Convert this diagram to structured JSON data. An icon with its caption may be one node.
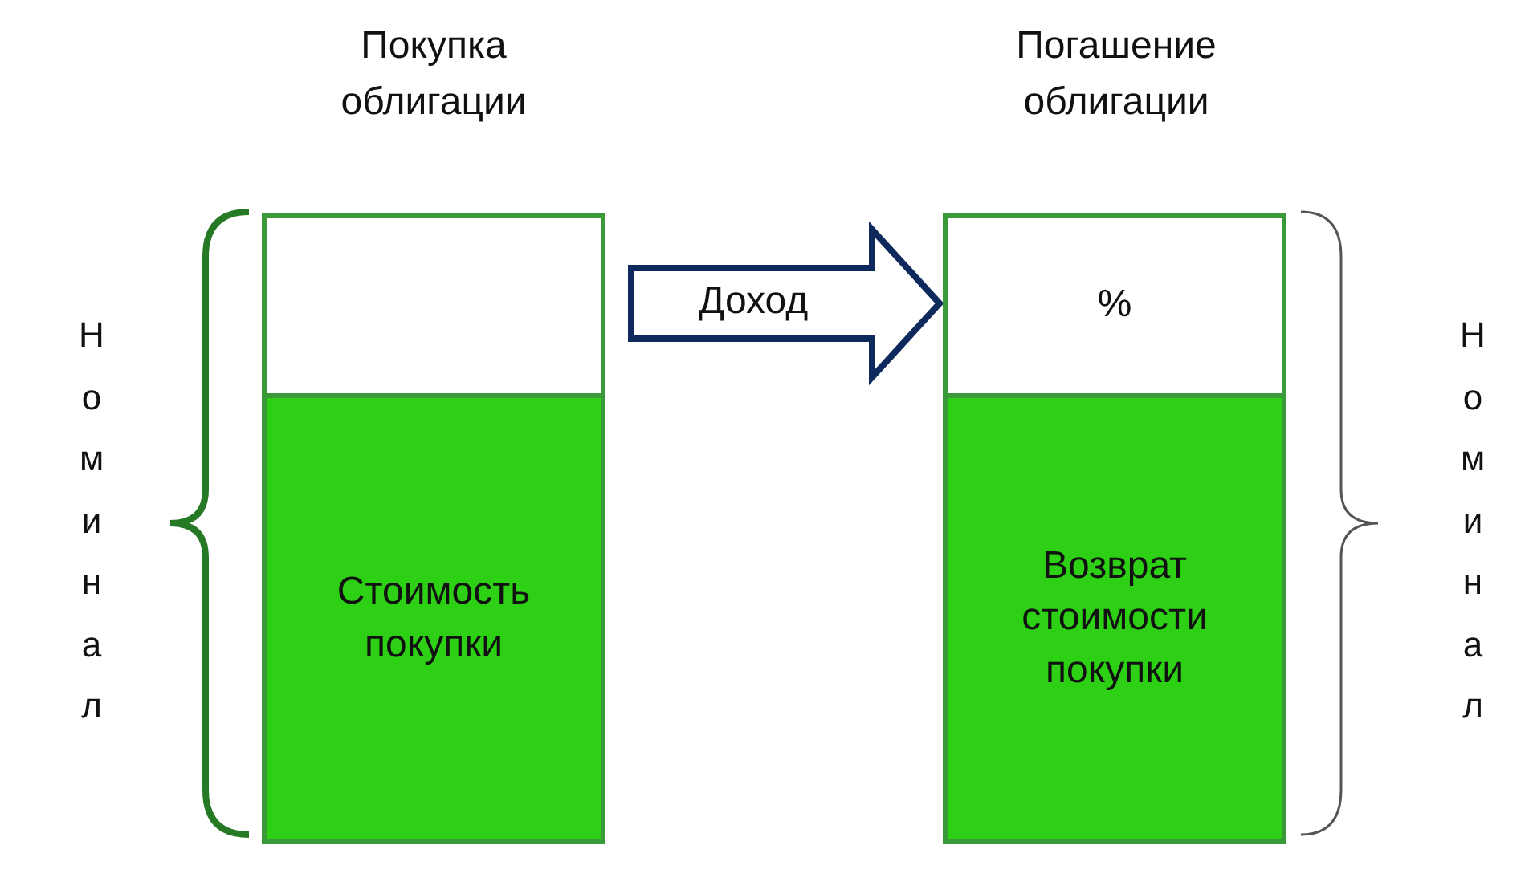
{
  "diagram": {
    "nodes": [
      {
        "text": [],
        "shape": "box"
      },
      {
        "text": [
          "Стоимость покупки"
        ]
      },
      {
        "text": [
          "%"
        ]
      },
      {
        "text": [
          "Возврат стоимости покупки"
        ]
      }
    ],
    "edges": [
      {
        "from": 0,
        "to": 2,
        "arrow": "to",
        "label": "Доход",
        "style": "thick"
      }
    ],
    "labels": [
      "Покупка облигации",
      "Погашение облигации",
      "Номинал",
      "Номинал"
    ]
  }
}
